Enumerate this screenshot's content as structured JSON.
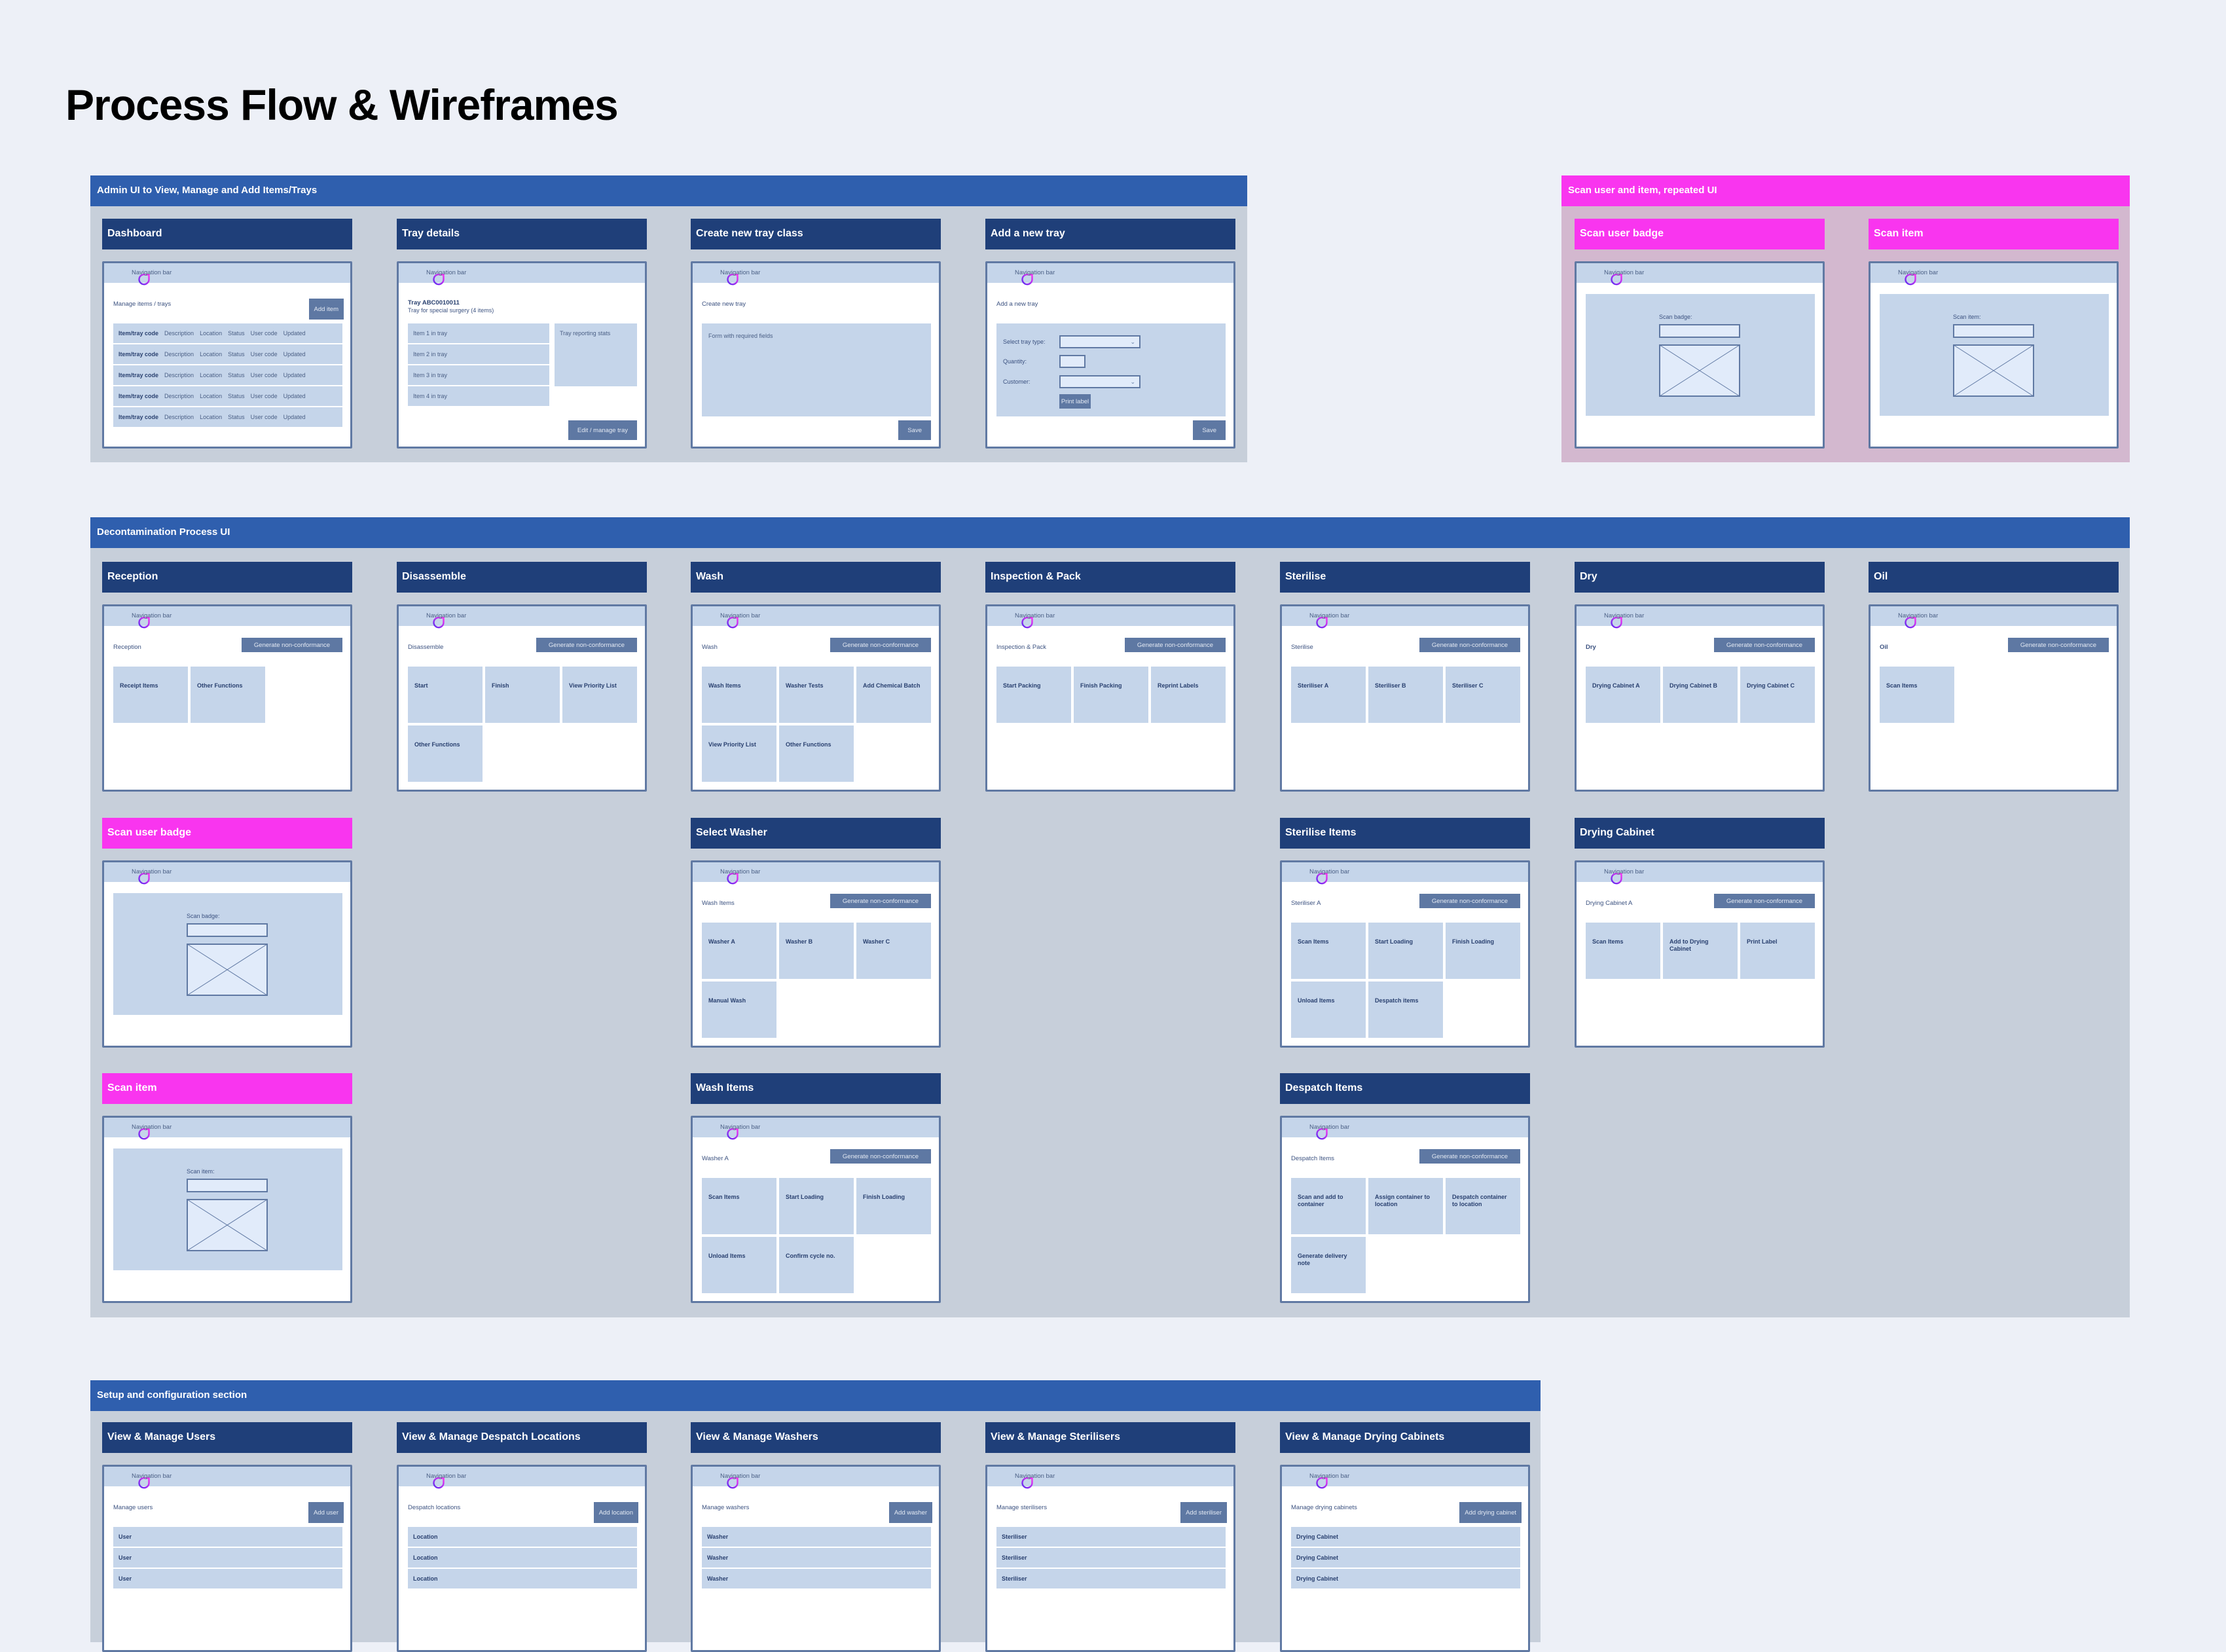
{
  "page_title": "Process Flow & Wireframes",
  "common": {
    "nav_label": "Navigation bar",
    "nc_button": "Generate non-conformance",
    "logo_icon": "brand-ring-icon"
  },
  "colors": {
    "background": "#edf0f7",
    "section_header": "#2f5fae",
    "section_body": "#c7cfda",
    "screen_header": "#1f3f79",
    "accent_pink": "#f935ef",
    "pink_body": "#d3b8cf",
    "tile": "#c5d5ea",
    "button": "#5e78a3"
  },
  "sections": [
    {
      "id": "admin",
      "title": "Admin UI to View, Manage and Add Items/Trays",
      "theme": "blue",
      "screens": [
        {
          "title": "Dashboard",
          "type": "table",
          "subtitle": "Manage items / trays",
          "button": "Add item",
          "rows": [
            [
              "Item/tray code",
              "Description",
              "Location",
              "Status",
              "User code",
              "Updated"
            ],
            [
              "Item/tray code",
              "Description",
              "Location",
              "Status",
              "User code",
              "Updated"
            ],
            [
              "Item/tray code",
              "Description",
              "Location",
              "Status",
              "User code",
              "Updated"
            ],
            [
              "Item/tray code",
              "Description",
              "Location",
              "Status",
              "User code",
              "Updated"
            ],
            [
              "Item/tray code",
              "Description",
              "Location",
              "Status",
              "User code",
              "Updated"
            ]
          ]
        },
        {
          "title": "Tray details",
          "type": "tray",
          "tray_code": "Tray ABC0010011",
          "tray_desc": "Tray for special surgery (4 items)",
          "items": [
            "Item 1 in tray",
            "Item 2 in tray",
            "Item 3 in tray",
            "Item 4 in tray"
          ],
          "stats": "Tray reporting stats",
          "button": "Edit / manage tray"
        },
        {
          "title": "Create new tray class",
          "type": "form",
          "subtitle": "Create new tray",
          "form_label": "Form with required fields",
          "button": "Save"
        },
        {
          "title": "Add a new tray",
          "type": "addtray",
          "subtitle": "Add a new tray",
          "fields": {
            "tray_type": "Select tray type:",
            "quantity": "Quantity:",
            "customer": "Customer:"
          },
          "print_button": "Print label",
          "button": "Save"
        }
      ]
    },
    {
      "id": "scan",
      "title": "Scan user and item, repeated UI",
      "theme": "pink",
      "screens": [
        {
          "title": "Scan user badge",
          "type": "scan",
          "accent": "pink",
          "label": "Scan badge:"
        },
        {
          "title": "Scan item",
          "type": "scan",
          "accent": "pink",
          "label": "Scan item:"
        }
      ]
    },
    {
      "id": "decon",
      "title": "Decontamination Process UI",
      "theme": "blue",
      "screens": [
        {
          "title": "Reception",
          "type": "tiles",
          "subtitle": "Reception",
          "tiles": [
            "Receipt Items",
            "Other Functions"
          ]
        },
        {
          "title": "Disassemble",
          "type": "tiles",
          "subtitle": "Disassemble",
          "tiles": [
            "Start",
            "Finish",
            "View Priority List",
            "Other Functions"
          ]
        },
        {
          "title": "Wash",
          "type": "tiles",
          "subtitle": "Wash",
          "tiles": [
            "Wash Items",
            "Washer Tests",
            "Add Chemical Batch",
            "View Priority List",
            "Other Functions"
          ]
        },
        {
          "title": "Inspection & Pack",
          "type": "tiles",
          "subtitle": "Inspection & Pack",
          "tiles": [
            "Start Packing",
            "Finish Packing",
            "Reprint Labels"
          ]
        },
        {
          "title": "Sterilise",
          "type": "tiles",
          "subtitle": "Sterilise",
          "tiles": [
            "Steriliser A",
            "Steriliser B",
            "Steriliser C"
          ]
        },
        {
          "title": "Dry",
          "type": "tiles",
          "subtitle": "Dry",
          "subtitle_bold": true,
          "tiles": [
            "Drying Cabinet A",
            "Drying Cabinet B",
            "Drying Cabinet C"
          ]
        },
        {
          "title": "Oil",
          "type": "tiles",
          "subtitle": "Oil",
          "subtitle_bold": true,
          "tiles": [
            "Scan Items"
          ]
        },
        {
          "title": "Scan user badge",
          "type": "scan",
          "accent": "pink",
          "label": "Scan badge:"
        },
        {
          "title": "Select Washer",
          "type": "tiles",
          "subtitle": "Wash Items",
          "tiles": [
            "Washer A",
            "Washer B",
            "Washer C",
            "Manual Wash"
          ]
        },
        {
          "title": "Sterilise Items",
          "type": "tiles",
          "subtitle": "Steriliser A",
          "tiles": [
            "Scan Items",
            "Start Loading",
            "Finish Loading",
            "Unload Items",
            "Despatch items"
          ]
        },
        {
          "title": "Drying Cabinet",
          "type": "tiles",
          "subtitle": "Drying Cabinet A",
          "tiles": [
            "Scan Items",
            "Add to Drying Cabinet",
            "Print Label"
          ]
        },
        {
          "title": "Scan item",
          "type": "scan",
          "accent": "pink",
          "label": "Scan item:"
        },
        {
          "title": "Wash Items",
          "type": "tiles",
          "subtitle": "Washer A",
          "tiles": [
            "Scan Items",
            "Start Loading",
            "Finish Loading",
            "Unload Items",
            "Confirm cycle no."
          ]
        },
        {
          "title": "Despatch Items",
          "type": "tiles",
          "subtitle": "Despatch Items",
          "tiles": [
            "Scan and add to container",
            "Assign container to location",
            "Despatch container to location",
            "Generate delivery note"
          ]
        }
      ]
    },
    {
      "id": "setup",
      "title": "Setup and configuration section",
      "theme": "blue",
      "screens": [
        {
          "title": "View & Manage Users",
          "type": "list",
          "subtitle": "Manage users",
          "button": "Add user",
          "rows": [
            "User",
            "User",
            "User"
          ]
        },
        {
          "title": "View & Manage Despatch Locations",
          "type": "list",
          "subtitle": "Despatch locations",
          "button": "Add location",
          "rows": [
            "Location",
            "Location",
            "Location"
          ]
        },
        {
          "title": "View & Manage Washers",
          "type": "list",
          "subtitle": "Manage washers",
          "button": "Add washer",
          "rows": [
            "Washer",
            "Washer",
            "Washer"
          ]
        },
        {
          "title": "View & Manage Sterilisers",
          "type": "list",
          "subtitle": "Manage sterilisers",
          "button": "Add steriliser",
          "rows": [
            "Steriliser",
            "Steriliser",
            "Steriliser"
          ]
        },
        {
          "title": "View & Manage Drying Cabinets",
          "type": "list",
          "subtitle": "Manage drying cabinets",
          "button": "Add drying cabinet",
          "rows": [
            "Drying Cabinet",
            "Drying Cabinet",
            "Drying Cabinet"
          ]
        }
      ]
    }
  ]
}
